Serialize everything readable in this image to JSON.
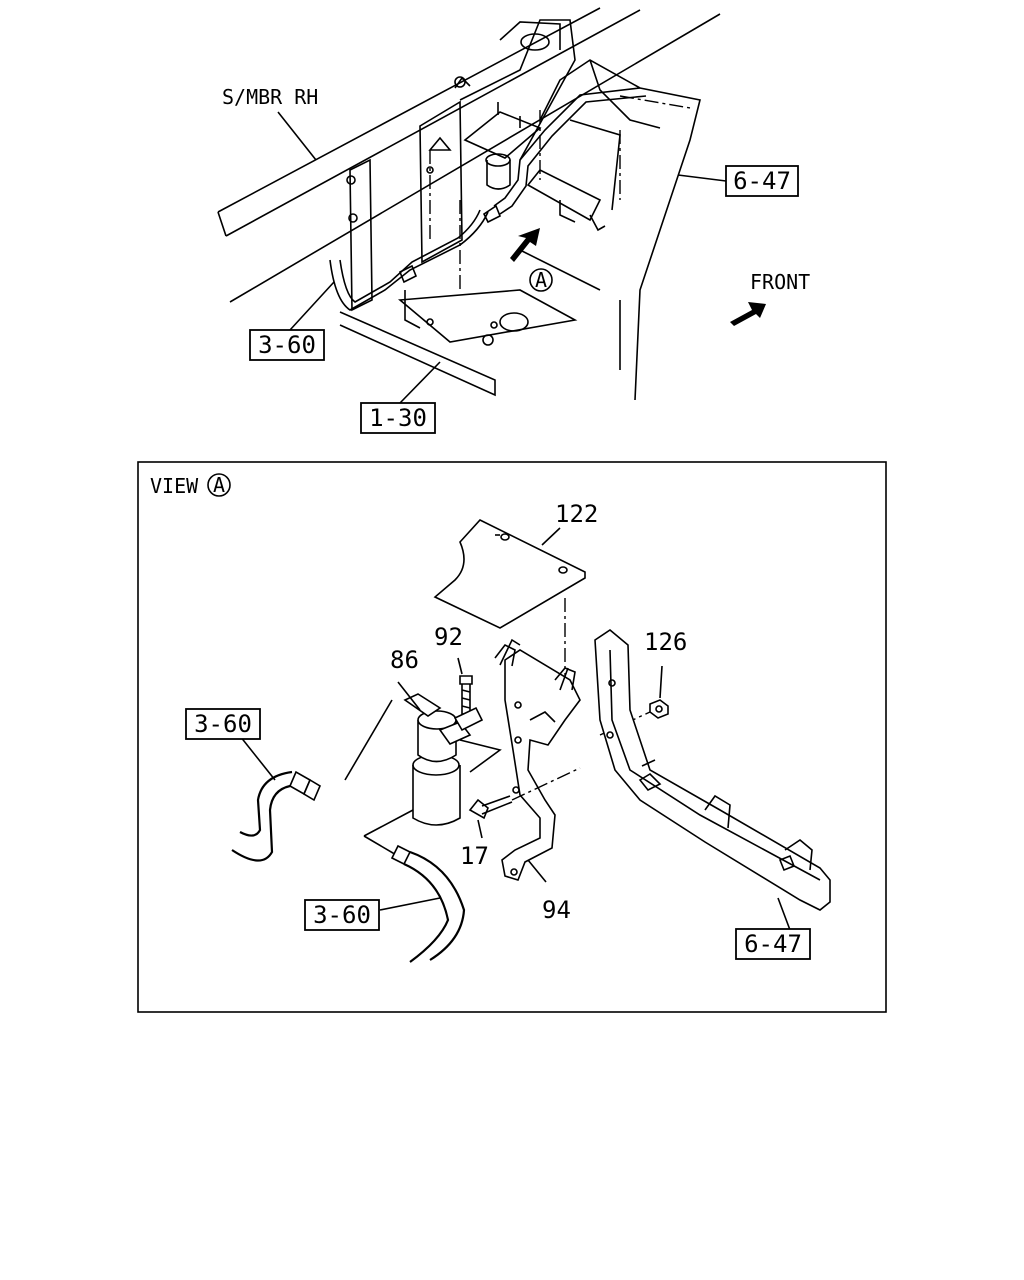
{
  "diagram": {
    "overview": {
      "side_member_label": "S/MBR RH",
      "front_label": "FRONT",
      "view_marker": "A",
      "refs": {
        "ref_6_47": "6-47",
        "ref_3_60": "3-60",
        "ref_1_30": "1-30"
      }
    },
    "view_a": {
      "title": "VIEW",
      "marker": "A",
      "parts": {
        "p122": "122",
        "p92": "92",
        "p86": "86",
        "p126": "126",
        "p17": "17",
        "p94": "94"
      },
      "refs": {
        "ref_3_60_upper": "3-60",
        "ref_3_60_lower": "3-60",
        "ref_6_47": "6-47"
      }
    }
  }
}
